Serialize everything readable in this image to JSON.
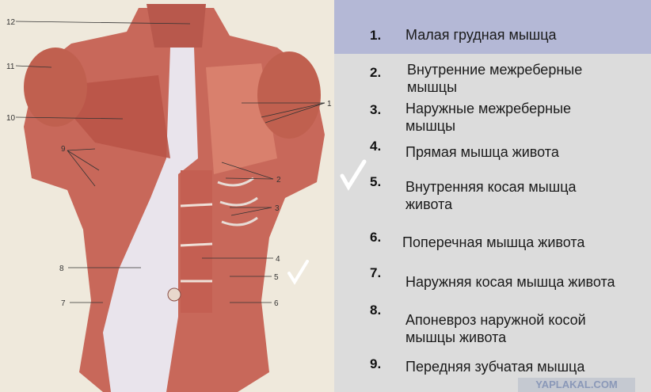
{
  "figure": {
    "labels": [
      "12",
      "11",
      "10",
      "9",
      "8",
      "7",
      "1",
      "2",
      "3",
      "4",
      "5",
      "6"
    ]
  },
  "legend": [
    {
      "num": "1.",
      "text": "Малая грудная мышца"
    },
    {
      "num": "2.",
      "text": "Внутренние межреберные мышцы"
    },
    {
      "num": "3.",
      "text": "Наружные межреберные мышцы"
    },
    {
      "num": "4.",
      "text": "Прямая мышца живота"
    },
    {
      "num": "5.",
      "text": "Внутренняя косая мышца живота"
    },
    {
      "num": "6.",
      "text": "Поперечная мышца живота"
    },
    {
      "num": "7.",
      "text": "Наружняя косая мышца живота"
    },
    {
      "num": "8.",
      "text": "Апоневроз наружной косой мышцы живота"
    },
    {
      "num": "9.",
      "text": "Передняя зубчатая мышца"
    }
  ],
  "watermark": "YAPLAKAL.COM",
  "colors": {
    "highlight": "#b4b8d6",
    "panel": "#dcdcdc",
    "muscle": "#c8685a"
  }
}
